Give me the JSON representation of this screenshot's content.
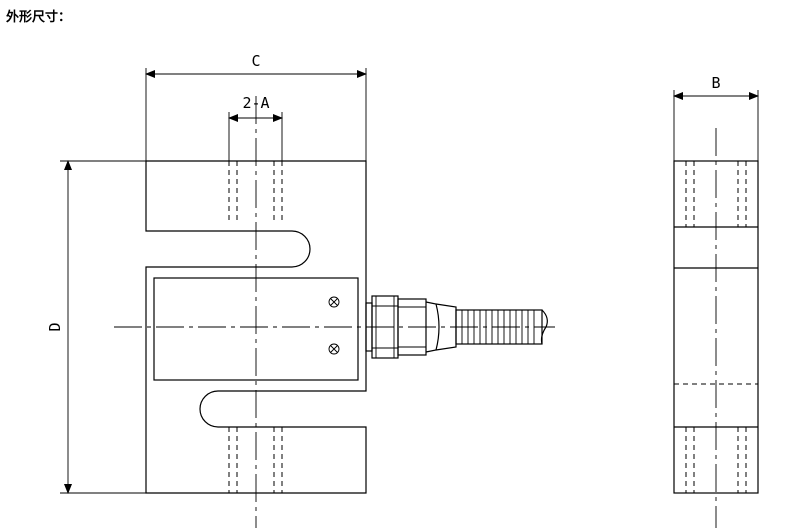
{
  "title": "外形尺寸：",
  "dimensions": {
    "width": "C",
    "hole": "2-A",
    "height": "D",
    "thickness": "B"
  }
}
